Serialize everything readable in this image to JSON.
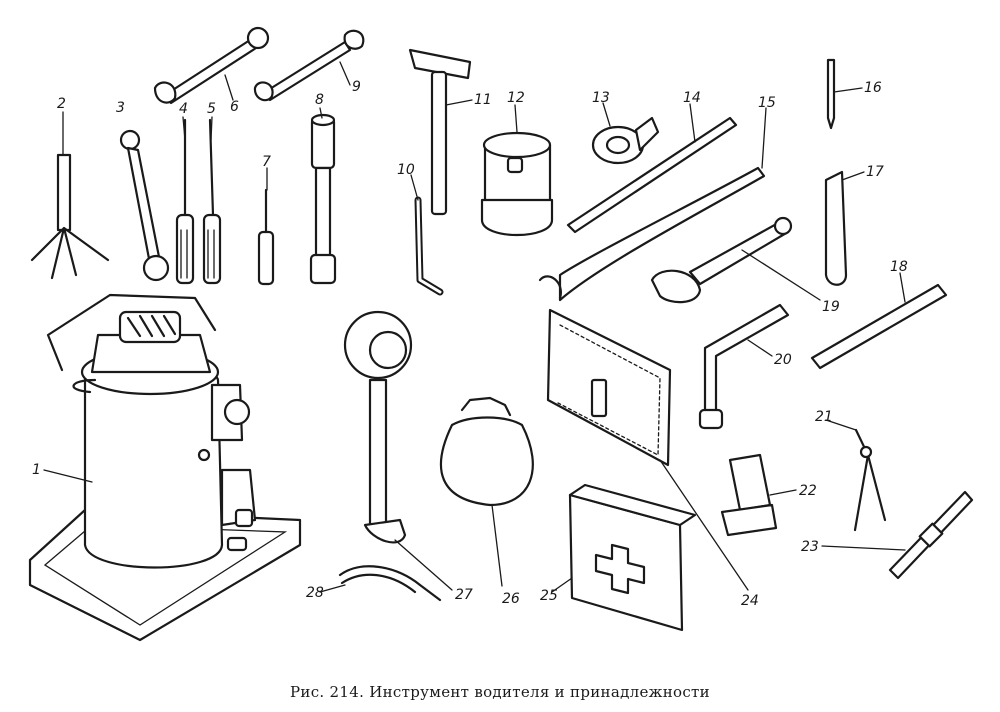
{
  "caption": "Рис. 214. Инструмент водителя и принадлежности",
  "labels": [
    "1",
    "2",
    "3",
    "4",
    "5",
    "6",
    "7",
    "8",
    "9",
    "10",
    "11",
    "12",
    "13",
    "14",
    "15",
    "16",
    "17",
    "18",
    "19",
    "20",
    "21",
    "22",
    "23",
    "24",
    "25",
    "26",
    "27",
    "28"
  ],
  "colors": {
    "ink": "#1a1a1a",
    "paper": "#ffffff"
  },
  "icons": {
    "first_aid_kit": "cross-icon"
  }
}
